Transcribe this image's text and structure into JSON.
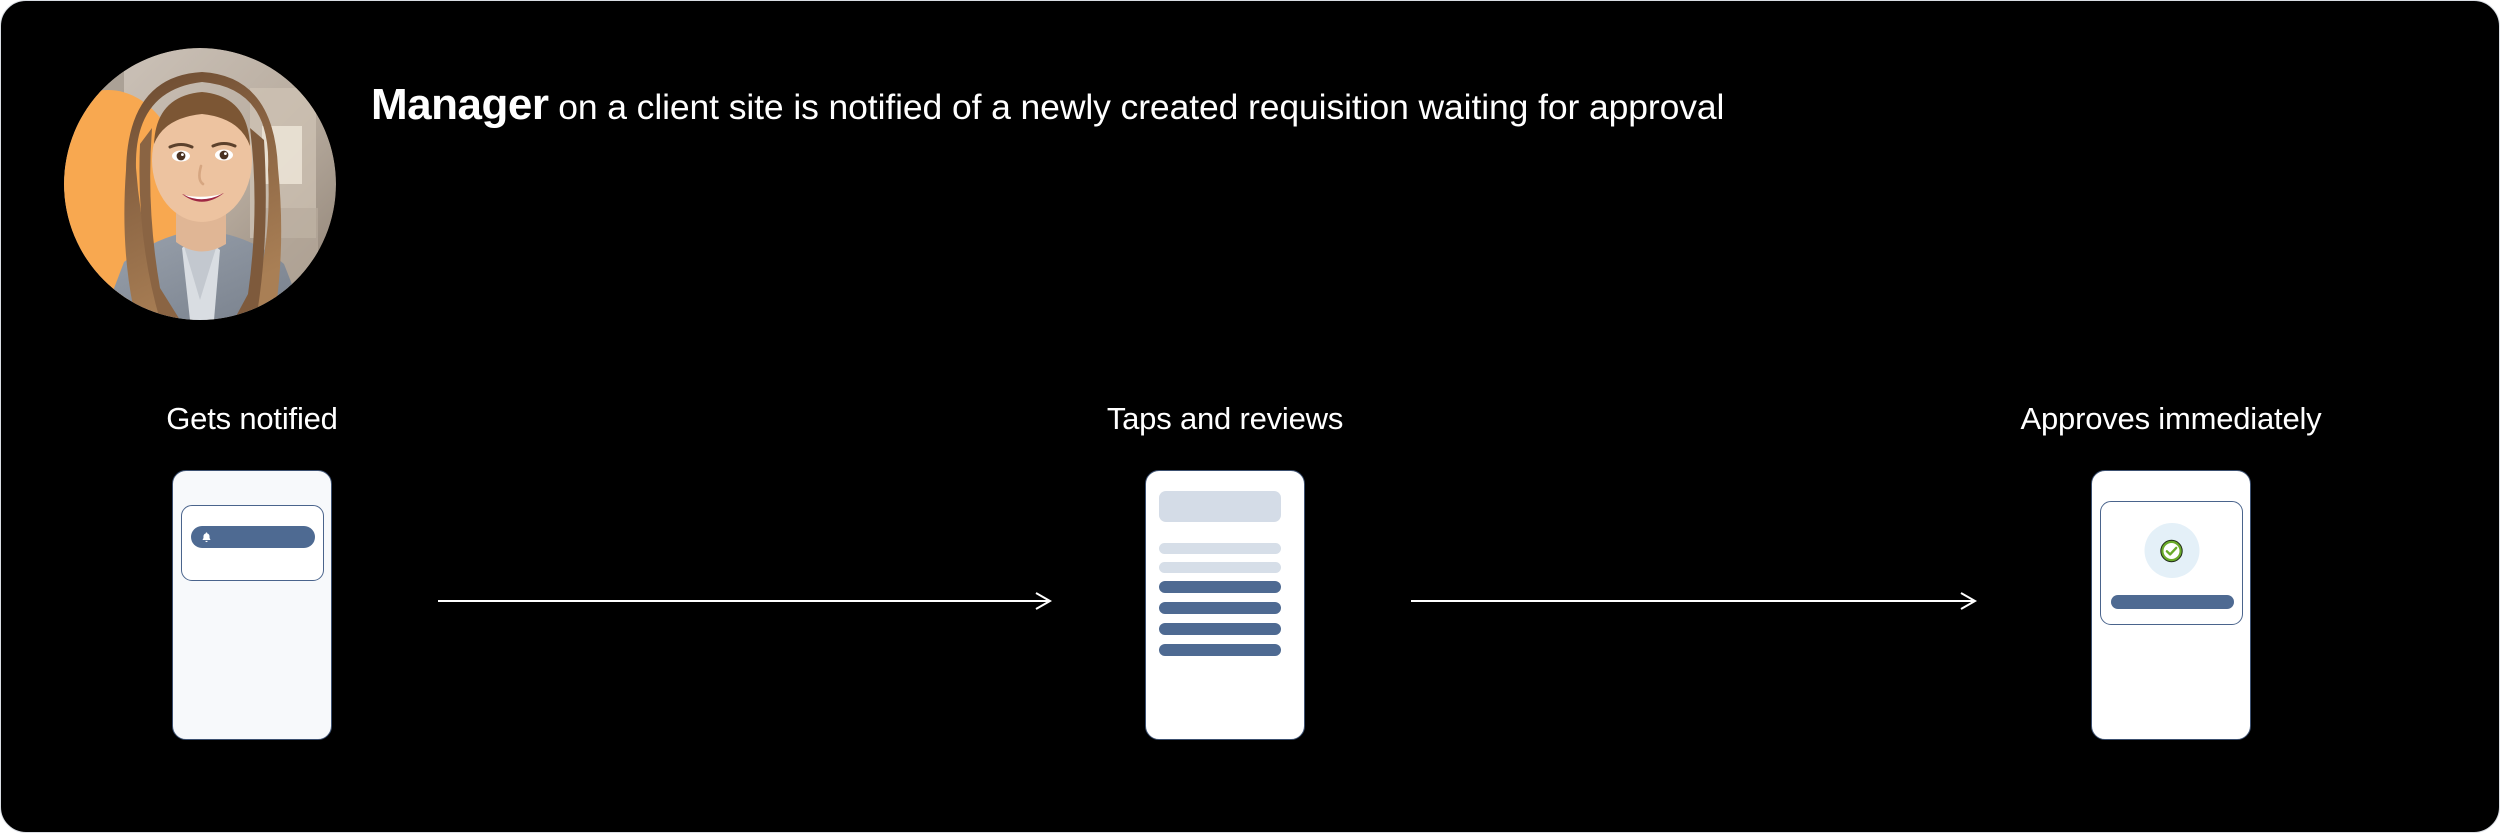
{
  "header": {
    "role": "Manager",
    "description": " on a client site is notified of a newly created requisition waiting for approval",
    "avatar_alt": "manager-portrait",
    "avatar_accent_color": "#f8a850"
  },
  "colors": {
    "background": "#000000",
    "border": "#d9dde3",
    "text": "#ffffff",
    "accent_blue": "#4e6a92",
    "muted_blue": "#d6dee8",
    "halo_blue": "#e4f0f8",
    "success_green": "#6aaa2a",
    "phone_border": "#3c5070"
  },
  "flow": {
    "steps": [
      {
        "label": "Gets notified",
        "icons": [
          "bell-icon"
        ]
      },
      {
        "label": "Taps and reviews",
        "icons": []
      },
      {
        "label": "Approves immediately",
        "icons": [
          "circle-check-icon"
        ]
      }
    ],
    "connectors": [
      {
        "name": "arrow-step1-to-step2",
        "direction": "right"
      },
      {
        "name": "arrow-step2-to-step3",
        "direction": "right"
      }
    ]
  }
}
